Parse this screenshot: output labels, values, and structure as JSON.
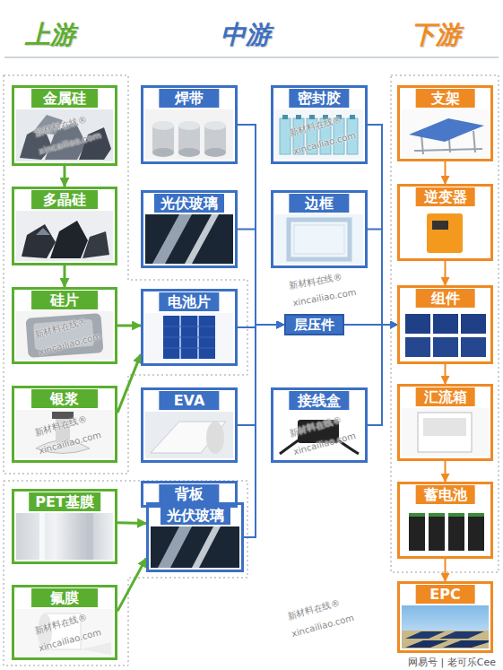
{
  "diagram": {
    "nodes": [
      {
        "text": [
          "金属硅"
        ]
      },
      {
        "text": [
          "多晶硅"
        ]
      },
      {
        "text": [
          "硅片"
        ]
      },
      {
        "text": [
          "银浆"
        ]
      },
      {
        "text": [
          "PET基膜"
        ]
      },
      {
        "text": [
          "氟膜"
        ]
      },
      {
        "text": [
          "焊带"
        ]
      },
      {
        "text": [
          "光伏玻璃"
        ]
      },
      {
        "text": [
          "电池片"
        ]
      },
      {
        "text": [
          "EVA"
        ]
      },
      {
        "text": [
          "背板"
        ]
      },
      {
        "text": [
          "光伏玻璃"
        ]
      },
      {
        "text": [
          "密封胶"
        ]
      },
      {
        "text": [
          "边框"
        ]
      },
      {
        "text": [
          "层压件"
        ]
      },
      {
        "text": [
          "接线盒"
        ]
      },
      {
        "text": [
          "支架"
        ]
      },
      {
        "text": [
          "逆变器"
        ]
      },
      {
        "text": [
          "组件"
        ]
      },
      {
        "text": [
          "汇流箱"
        ]
      },
      {
        "text": [
          "蓄电池"
        ]
      },
      {
        "text": [
          "EPC"
        ]
      }
    ],
    "edges": [
      {
        "from": 0,
        "to": 1,
        "arrow": "to"
      },
      {
        "from": 1,
        "to": 2,
        "arrow": "to"
      },
      {
        "from": 2,
        "to": 8,
        "arrow": "to"
      },
      {
        "from": 3,
        "to": 8,
        "arrow": "to"
      },
      {
        "from": 4,
        "to": 11,
        "arrow": "to"
      },
      {
        "from": 5,
        "to": 11,
        "arrow": "to"
      },
      {
        "from": 6,
        "to": 14,
        "arrow": "to"
      },
      {
        "from": 7,
        "to": 14,
        "arrow": "to"
      },
      {
        "from": 8,
        "to": 14,
        "arrow": "to"
      },
      {
        "from": 9,
        "to": 14,
        "arrow": "to"
      },
      {
        "from": 11,
        "to": 14,
        "arrow": "to"
      },
      {
        "from": 12,
        "to": 18,
        "arrow": "to"
      },
      {
        "from": 13,
        "to": 18,
        "arrow": "to"
      },
      {
        "from": 14,
        "to": 18,
        "arrow": "to"
      },
      {
        "from": 15,
        "to": 18,
        "arrow": "to"
      },
      {
        "from": 16,
        "to": 17,
        "arrow": "to"
      },
      {
        "from": 17,
        "to": 18,
        "arrow": "to"
      },
      {
        "from": 18,
        "to": 19,
        "arrow": "to"
      },
      {
        "from": 19,
        "to": 20,
        "arrow": "to"
      },
      {
        "from": 20,
        "to": 21,
        "arrow": "to"
      }
    ],
    "labels": [
      "上游",
      "中游",
      "下游",
      "新材料在线®",
      "xincailiao.com",
      "新材料在线®",
      "xincailiao.com",
      "新材料在线®",
      "xincailiao.com",
      "新材料在线®",
      "xincailiao.com",
      "新材料在线®",
      "xincailiao.com",
      "新材料在线®",
      "xincailiao.com",
      "新材料在线®",
      "xincailiao.com",
      "新材料在线®",
      "xincailiao.com",
      "网易号 | 老可乐Cee"
    ]
  }
}
